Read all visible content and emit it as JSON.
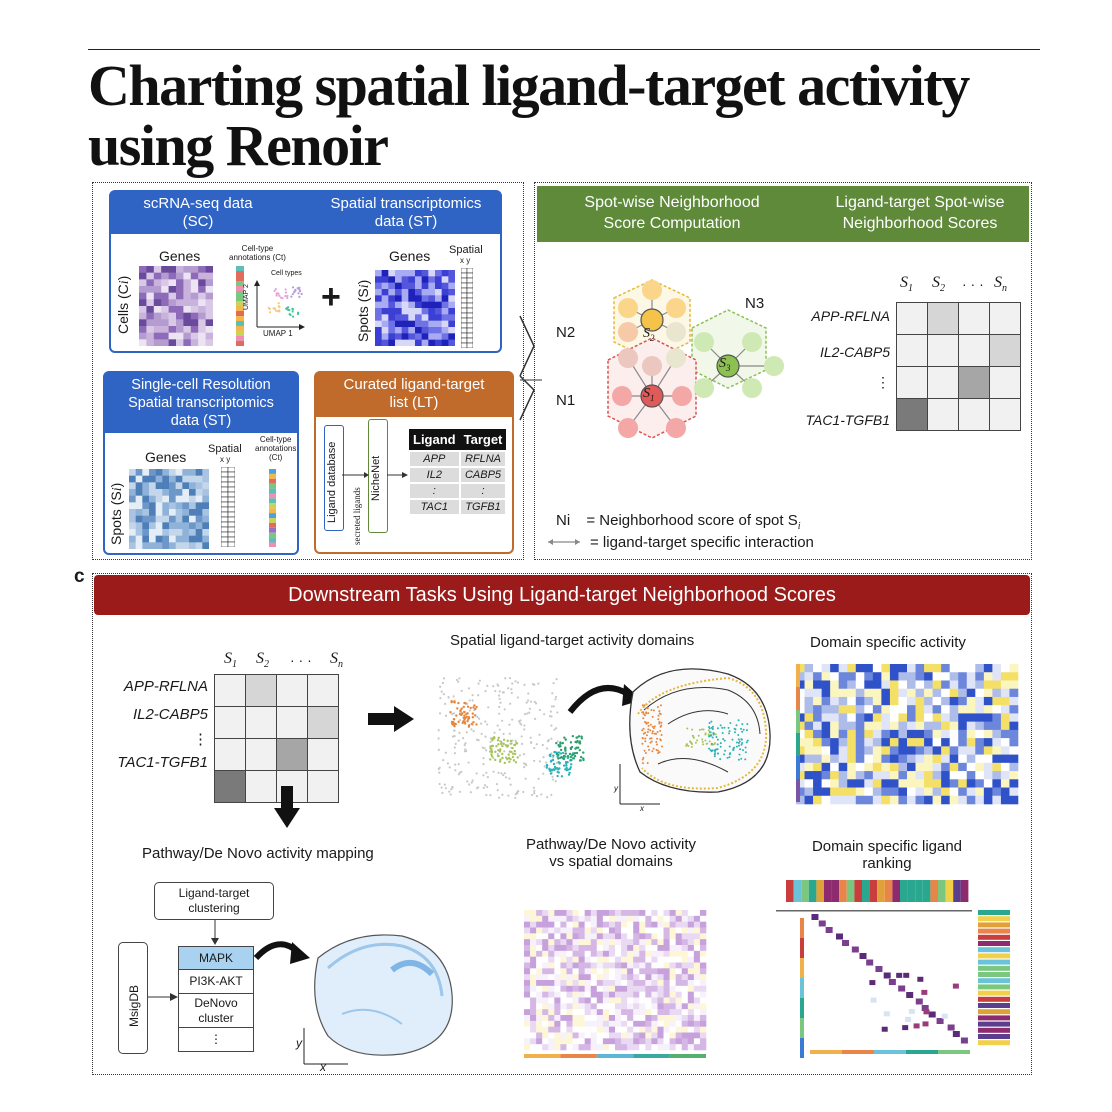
{
  "title": {
    "line1": "Charting spatial ligand-target activity",
    "line2": "using Renoir"
  },
  "panel_sc": {
    "header_left_line1": "scRNA-seq data",
    "header_left_line2": "(SC)",
    "header_right_line1": "Spatial transcriptomics",
    "header_right_line2": "data (ST)",
    "genes_left": "Genes",
    "celltype_annot_line1": "Cell-type",
    "celltype_annot_line2": "annotations (Ct)",
    "cells_axis": "Cells (C",
    "cells_sub": "i",
    "cells_close": ")",
    "celltypes_label": "Cell types",
    "umap1": "UMAP 1",
    "umap2": "UMAP 2",
    "plus": "+",
    "genes_right": "Genes",
    "spatial": "Spatial",
    "xy": "x y",
    "spots_axis": "Spots (S",
    "spots_sub": "i",
    "spots_close": ")"
  },
  "panel_scres": {
    "header_line1": "Single-cell Resolution",
    "header_line2": "Spatial transcriptomics",
    "header_line3": "data (ST)",
    "genes": "Genes",
    "spatial": "Spatial",
    "xy": "x y",
    "annot_line1": "Cell-type",
    "annot_line2": "annotations",
    "annot_line3": "(Ct)",
    "spots_axis": "Spots (S",
    "spots_sub": "i",
    "spots_close": ")"
  },
  "panel_lt": {
    "header_line1": "Curated ligand-target",
    "header_line2": "list (LT)",
    "ligand_db": "Ligand database",
    "secreted": "secreted ligands",
    "nichenet": "NicheNet",
    "table_headers": [
      "Ligand",
      "Target"
    ],
    "table_rows": [
      [
        "APP",
        "RFLNA"
      ],
      [
        "IL2",
        "CABP5"
      ],
      [
        ":",
        ":"
      ],
      [
        "TAC1",
        "TGFB1"
      ]
    ]
  },
  "panel_b": {
    "header_left_line1": "Spot-wise Neighborhood",
    "header_left_line2": "Score Computation",
    "header_right_line1": "Ligand-target Spot-wise",
    "header_right_line2": "Neighborhood Scores",
    "n1": "N1",
    "n2": "N2",
    "n3": "N3",
    "s1": "S",
    "s1_sub": "1",
    "s2": "S",
    "s2_sub": "2",
    "s3": "S",
    "s3_sub": "3",
    "col_headers": [
      "S",
      "S",
      "· · ·",
      "S"
    ],
    "col_subs": [
      "1",
      "2",
      "",
      "n"
    ],
    "row_labels": [
      "APP-RFLNA",
      "IL2-CABP5",
      "⋮",
      "TAC1-TGFB1"
    ],
    "legend_ni_key": "Ni",
    "legend_ni_text": "=  Neighborhood score of spot S",
    "legend_ni_sub": "i",
    "legend_arrow_text": "=  ligand-target specific interaction"
  },
  "panel_c": {
    "panel_letter": "c",
    "header": "Downstream Tasks Using Ligand-target Neighborhood Scores",
    "col_headers": [
      "S",
      "S",
      "· · ·",
      "S"
    ],
    "col_subs": [
      "1",
      "2",
      "",
      "n"
    ],
    "row_labels": [
      "APP-RFLNA",
      "IL2-CABP5",
      "⋮",
      "TAC1-TGFB1"
    ],
    "domains_title": "Spatial ligand-target activity domains",
    "domain_specific_title": "Domain specific activity",
    "pathway_title": "Pathway/De Novo activity mapping",
    "pathway_vs_line1": "Pathway/De Novo activity",
    "pathway_vs_line2": "vs spatial domains",
    "ranking_line1": "Domain specific ligand",
    "ranking_line2": "ranking",
    "clustering_line1": "Ligand-target",
    "clustering_line2": "clustering",
    "msigdb": "MsigDB",
    "stack_items": [
      "MAPK",
      "PI3K-AKT",
      "DeNovo cluster",
      "⋮"
    ],
    "axis_x": "x",
    "axis_y": "y"
  },
  "colors": {
    "blue_panel": "#2f63c4",
    "orange_panel": "#c06a2c",
    "green_header": "#5e8a3a",
    "red_header": "#9b1b1b"
  }
}
